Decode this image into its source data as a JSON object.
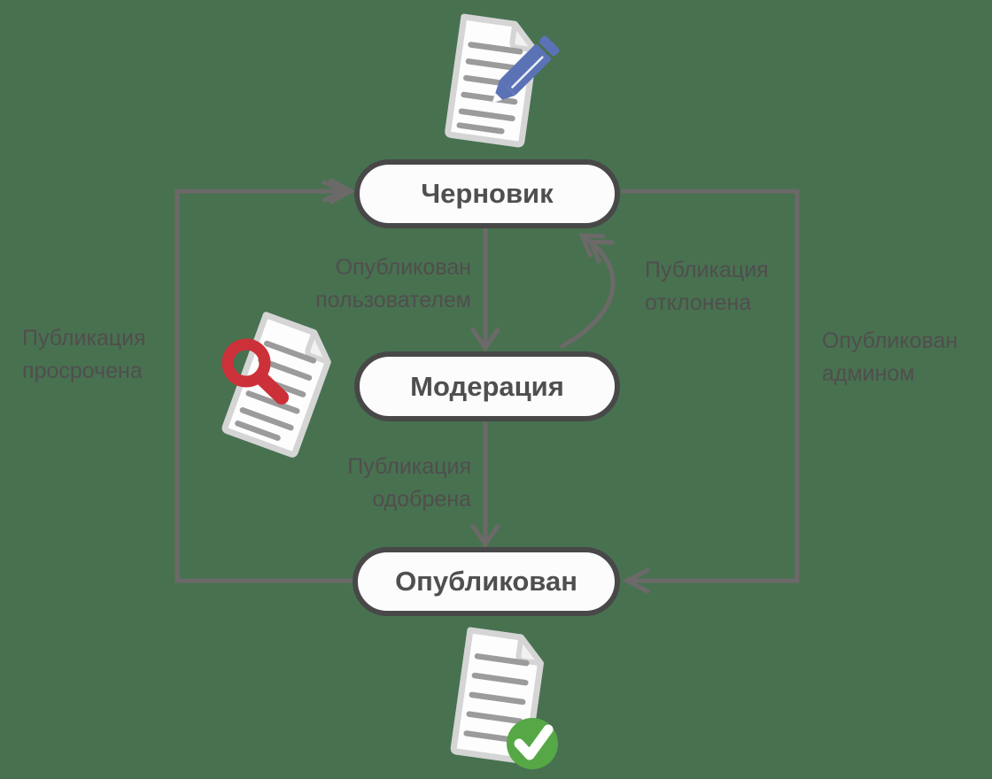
{
  "background_color": "#487150",
  "colors": {
    "node_border": "#484848",
    "node_fill": "#fcfcfc",
    "node_text": "#4f4f4f",
    "connector_line": "#6c6969",
    "edge_label_text": "#504e4e",
    "pencil_blue": "#5b73b6",
    "magnifier_red": "#cc3038",
    "check_green": "#55a845",
    "page_border": "#d5d5d5",
    "page_fill": "#fdfdfd",
    "page_text_line": "#9b9b9b"
  },
  "nodes": [
    {
      "id": "draft",
      "label": "Черновик"
    },
    {
      "id": "moderation",
      "label": "Модерация"
    },
    {
      "id": "published",
      "label": "Опубликован"
    }
  ],
  "edges": [
    {
      "from": "draft",
      "to": "moderation",
      "label": "Опубликован пользователем"
    },
    {
      "from": "moderation",
      "to": "draft",
      "label": "Публикация отклонена"
    },
    {
      "from": "moderation",
      "to": "published",
      "label": "Публикация одобрена"
    },
    {
      "from": "published",
      "to": "draft",
      "label": "Публикация просрочена"
    },
    {
      "from": "draft",
      "to": "published",
      "label": "Опубликован админом"
    }
  ],
  "icons": {
    "draft": "document-with-pencil-icon",
    "moderation": "document-with-magnifier-icon",
    "published": "document-with-checkmark-icon"
  }
}
